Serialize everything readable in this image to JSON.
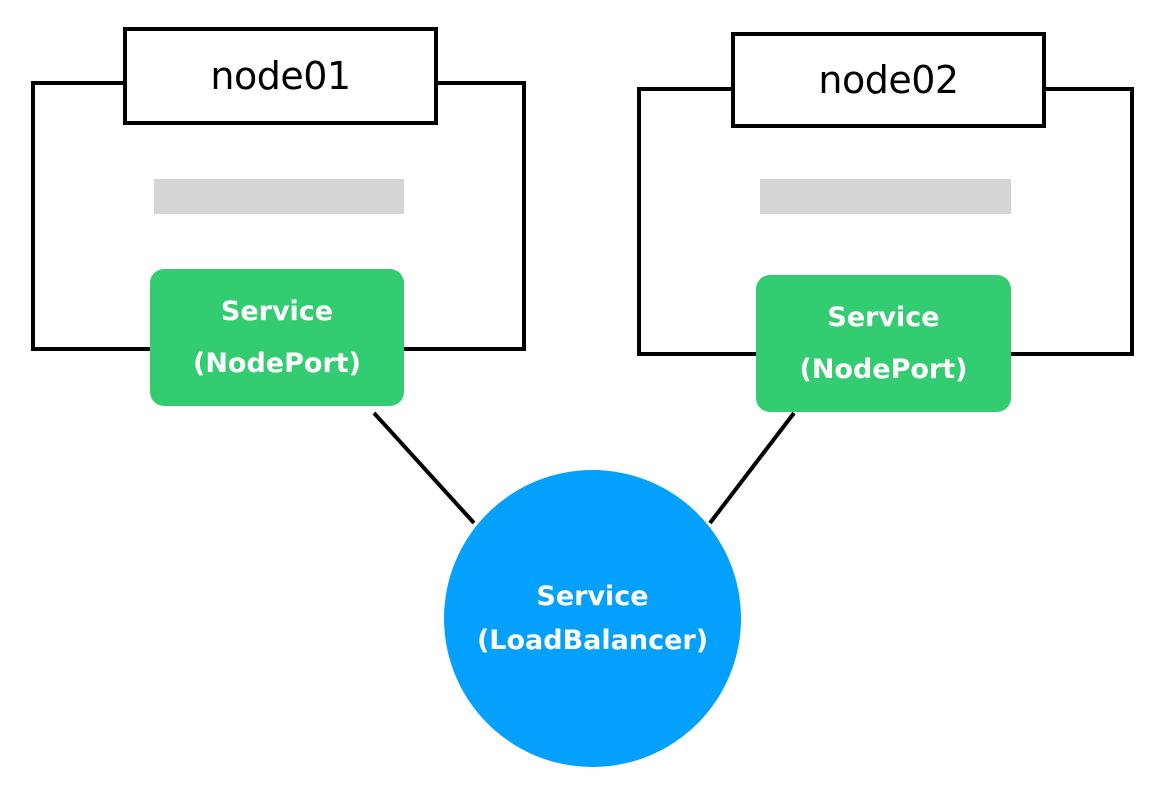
{
  "colors": {
    "nodeport_fill": "#33cc71",
    "loadbalancer_fill": "#03a0fd",
    "placeholder_fill": "#d5d5d5",
    "stroke": "#000000"
  },
  "nodes": [
    {
      "label": "node01",
      "service": {
        "line1": "Service",
        "line2": "(NodePort)"
      }
    },
    {
      "label": "node02",
      "service": {
        "line1": "Service",
        "line2": "(NodePort)"
      }
    }
  ],
  "loadbalancer": {
    "line1": "Service",
    "line2": "(LoadBalancer)"
  }
}
